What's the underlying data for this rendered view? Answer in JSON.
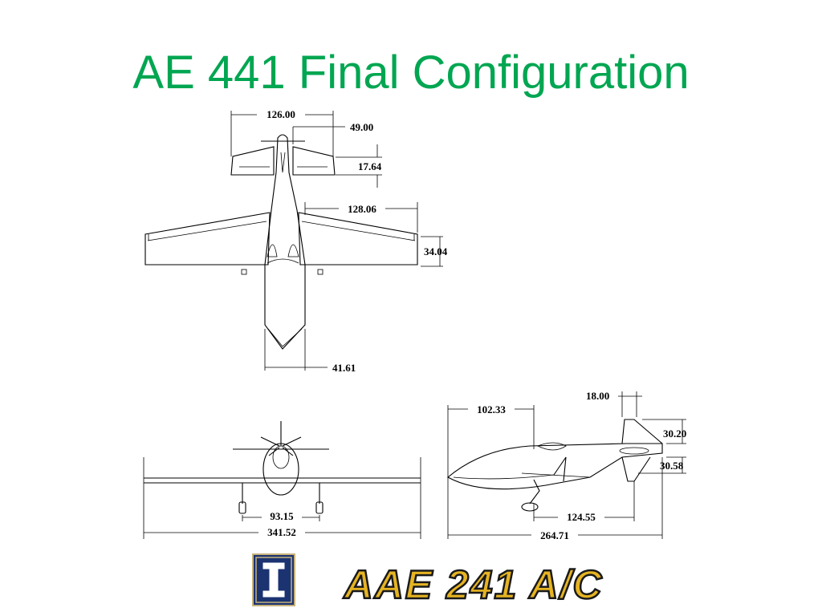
{
  "slide": {
    "title": "AE 441 Final Configuration"
  },
  "top_view": {
    "dims": {
      "tail_span": "126.00",
      "tail_root": "49.00",
      "tail_chord": "17.64",
      "wing_semispan": "128.06",
      "wing_chord": "34.04",
      "fuselage_width": "41.61"
    }
  },
  "front_view": {
    "dims": {
      "gear_track": "93.15",
      "wingspan": "341.52"
    }
  },
  "side_view": {
    "dims": {
      "nose_to_tail_start": "102.33",
      "tail_chord": "18.00",
      "vtail_height_top": "30.20",
      "vtail_height_bottom": "30.58",
      "gear_to_tail": "124.55",
      "overall_length": "264.71"
    }
  },
  "footer": {
    "logo_letter": "I",
    "banner_text": "AAE 241 A/C",
    "colors": {
      "banner_fill": "#e6b422",
      "banner_outline": "#1a1a1a",
      "logo_blue": "#1b3370"
    }
  }
}
